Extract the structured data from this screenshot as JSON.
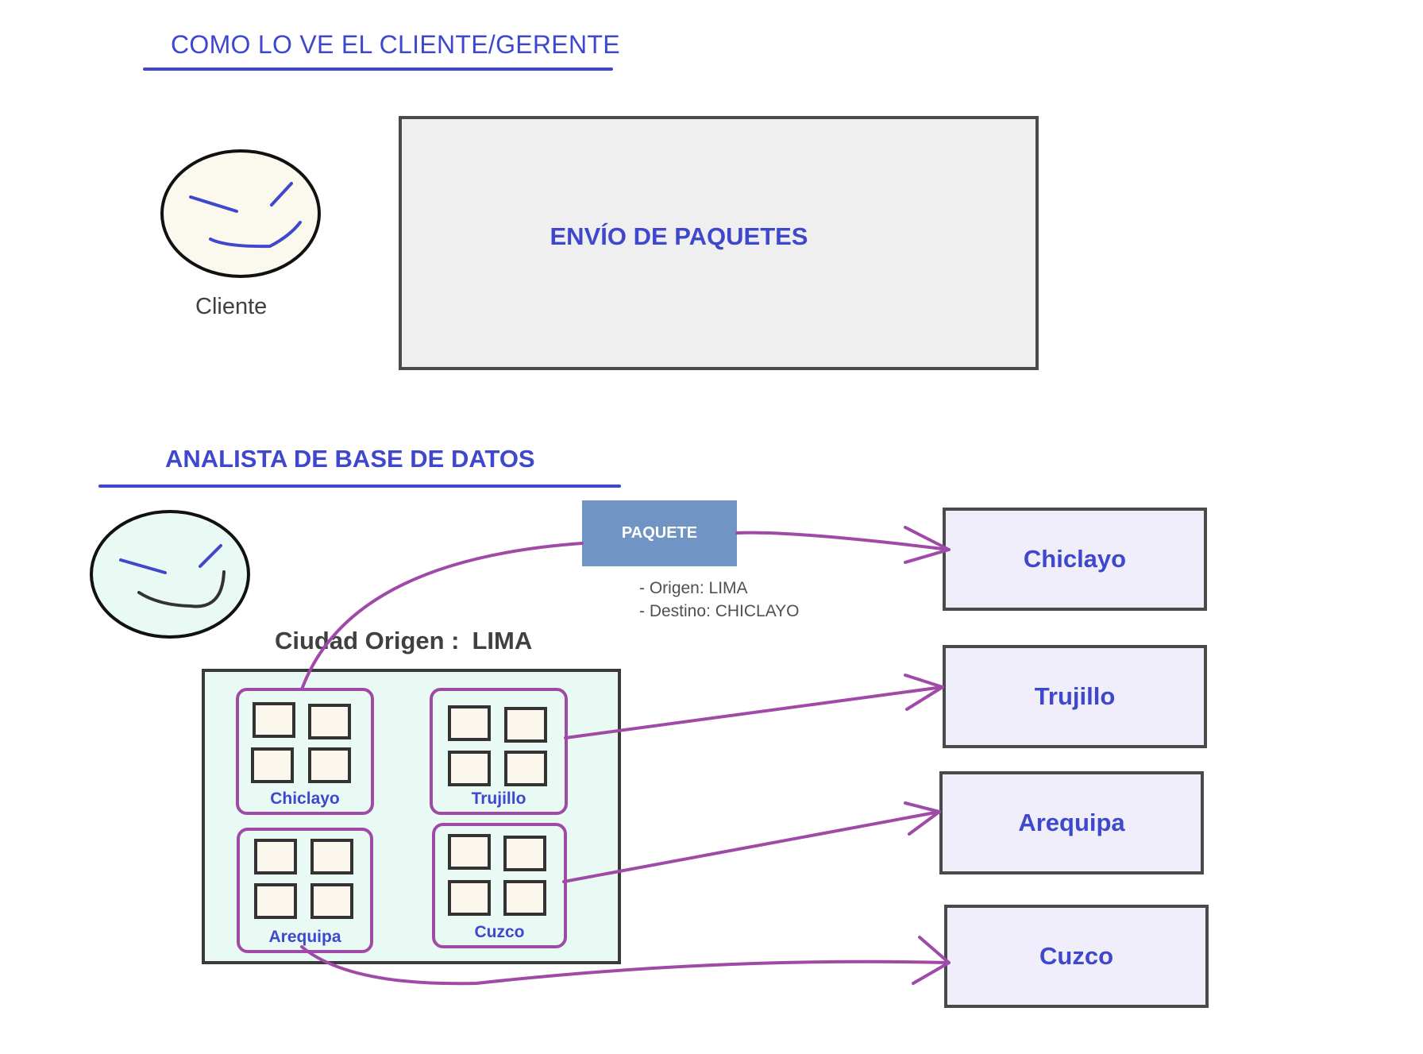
{
  "client_view": {
    "heading": "COMO LO VE EL CLIENTE/GERENTE",
    "face_label": "Cliente",
    "system_title": "ENVÍO DE PAQUETES"
  },
  "analyst_view": {
    "heading": "ANALISTA DE BASE DE DATOS",
    "package": {
      "label": "PAQUETE",
      "attributes": [
        "- Origen: LIMA",
        "- Destino: CHICLAYO"
      ]
    },
    "origin": {
      "label": "Ciudad Origen :",
      "value": "LIMA",
      "groups": [
        "Chiclayo",
        "Trujillo",
        "Arequipa",
        "Cuzco"
      ]
    },
    "destinations": [
      "Chiclayo",
      "Trujillo",
      "Arequipa",
      "Cuzco"
    ]
  },
  "colors": {
    "accent_blue": "#3f48cc",
    "arrow_purple": "#a04aa8",
    "package_fill": "#7094c4",
    "system_fill": "#efefef",
    "destination_fill": "#efeefa",
    "origin_fill": "#e8faf3"
  }
}
